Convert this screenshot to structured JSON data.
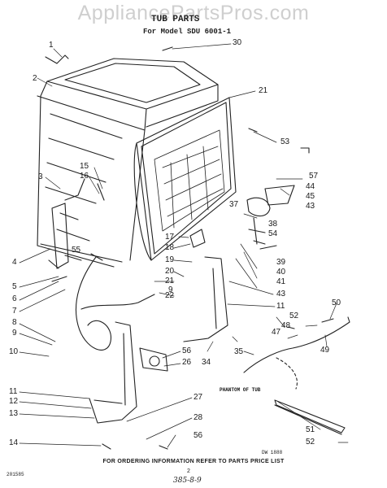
{
  "watermark": "AppliancePartsPros.com",
  "title": "TUB PARTS",
  "model": "For Model SDU 6001-1",
  "footer": "FOR ORDERING INFORMATION REFER TO PARTS PRICE LIST",
  "code_left": "201585",
  "page_number": "2",
  "handwritten_note": "385-8-9",
  "drawing_code": "DW 1888",
  "phantom_label": "PHANTOM OF TUB",
  "callouts": {
    "c1": "1",
    "c2": "2",
    "c3": "3",
    "c4": "4",
    "c5": "5",
    "c6": "6",
    "c7": "7",
    "c8": "8",
    "c9": "9",
    "c10": "10",
    "c11": "11",
    "c12": "12",
    "c13": "13",
    "c14": "14",
    "c15": "15",
    "c16": "16",
    "c17": "17",
    "c18": "18",
    "c19": "19",
    "c20": "20",
    "c21a": "21",
    "c21b": "21",
    "c22": "22",
    "c9b": "9",
    "c26": "26",
    "c27": "27",
    "c28": "28",
    "c30": "30",
    "c34": "34",
    "c35": "35",
    "c37": "37",
    "c38": "38",
    "c39": "39",
    "c40": "40",
    "c41": "41",
    "c43a": "43",
    "c43b": "43",
    "c44": "44",
    "c45": "45",
    "c47": "47",
    "c48": "48",
    "c49": "49",
    "c50": "50",
    "c51": "51",
    "c52a": "52",
    "c52b": "52",
    "c53": "53",
    "c54": "54",
    "c55": "55",
    "c56a": "56",
    "c56b": "56",
    "c57": "57",
    "c11b": "11"
  }
}
